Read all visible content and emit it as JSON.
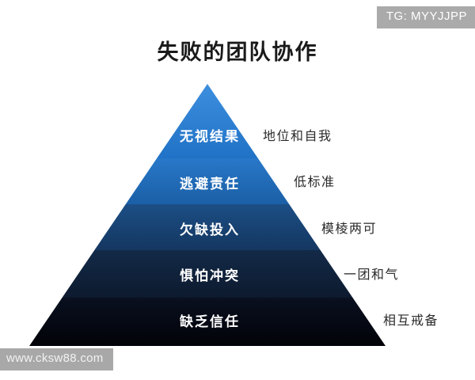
{
  "banner": {
    "text": "TG: MYYJJPP"
  },
  "title": "失败的团队协作",
  "watermark": {
    "text": "www.cksw88.com"
  },
  "chart_data": {
    "type": "pyramid",
    "title": "失败的团队协作",
    "orientation": "apex-up",
    "level_count": 5,
    "levels": [
      {
        "rank": 1,
        "label": "无视结果",
        "side_label": "地位和自我",
        "color": "#2b7fd4"
      },
      {
        "rank": 2,
        "label": "逃避责任",
        "side_label": "低标准",
        "color": "#1e6cb8"
      },
      {
        "rank": 3,
        "label": "欠缺投入",
        "side_label": "模棱两可",
        "color": "#17406e"
      },
      {
        "rank": 4,
        "label": "惧怕冲突",
        "side_label": "一团和气",
        "color": "#11243f"
      },
      {
        "rank": 5,
        "label": "缺乏信任",
        "side_label": "相互戒备",
        "color": "#06080f"
      }
    ],
    "label_text_color": "#ffffff",
    "side_label_text_color": "#2a2a2a",
    "background_color": "#ffffff"
  }
}
